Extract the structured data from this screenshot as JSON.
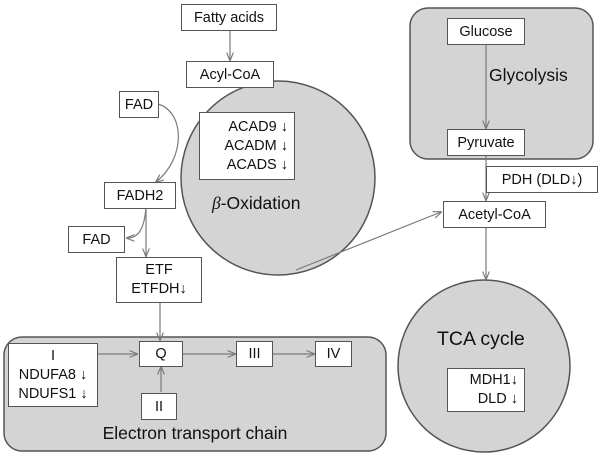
{
  "colors": {
    "region_fill": "#d4d4d4",
    "stroke": "#555555",
    "arrow": "#7a7a7a",
    "box_fill": "#ffffff",
    "text": "#111111"
  },
  "nodes": {
    "fatty_acids": "Fatty acids",
    "acyl_coa": "Acyl-CoA",
    "fad_top": "FAD",
    "fadh2": "FADH2",
    "fad_bottom": "FAD",
    "etf": [
      "ETF",
      "ETFDH↓"
    ],
    "beta_enzymes": [
      "ACAD9 ↓",
      "ACADM ↓",
      "ACADS ↓"
    ],
    "glucose": "Glucose",
    "pyruvate": "Pyruvate",
    "pdh": "PDH (DLD↓)",
    "acetyl_coa": "Acetyl-CoA",
    "tca_enzymes": [
      "MDH1↓",
      "DLD ↓"
    ],
    "complex_i": [
      "I",
      "NDUFA8 ↓",
      "NDUFS1 ↓"
    ],
    "q": "Q",
    "complex_ii": "II",
    "complex_iii": "III",
    "complex_iv": "IV"
  },
  "regions": {
    "beta_oxidation": {
      "prefix": "β",
      "rest": "-Oxidation"
    },
    "glycolysis": "Glycolysis",
    "tca_cycle": "TCA cycle",
    "etc": "Electron transport chain"
  }
}
